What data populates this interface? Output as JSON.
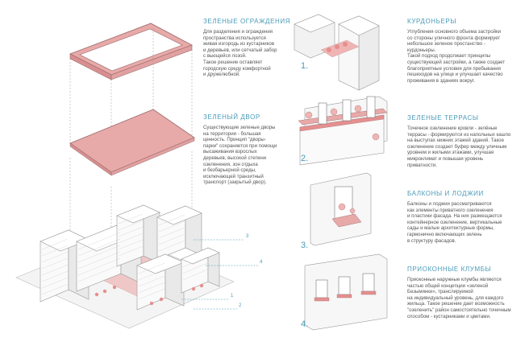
{
  "left": {
    "fences": {
      "title": "ЗЕЛЕНЫЕ ОГРАЖДЕНИЯ",
      "text": "Для разделения и ограждения\nпространства используется\nживая изгородь из кустарников\nи деревьев,  или сетчатый забор\nс вьющейся лозой.\nТакое решение оставляет\nгородскую среду комфортной\nи дружелюбной."
    },
    "yard": {
      "title": "ЗЕЛЕНЫЙ ДВОР",
      "text": "Существующие зеленые дворы\nна территории - большая\nценность. Принцип \"дворы-\nпарки\" сохраняется при помощи\nвысаживания взрослых\nдеревьев, высокой степени\nозеленения, зон отдыха\nи безбарьерной среды,\nисключающей транзитный\nтранспорт (закрытый двор)."
    },
    "callouts": [
      "3",
      "4",
      "1",
      "2"
    ]
  },
  "right": {
    "sections": [
      {
        "number": "1.",
        "title": "КУРДОНЬЕРЫ",
        "text": "Углубления основного объема застройки\nсо стороны уличного фронта формирует\nнебольшое зеленое простанство -\nкурдоньеры.\nТакой подход продолжает принципы\nсуществующей застройки, а также создает\nблагоприятные условия для пребывания\nпешеходов на улице и улучшает качество\nпроживания в зданиях вокруг."
      },
      {
        "number": "2.",
        "title": "ЗЕЛЕНЫЕ ТЕРРАСЫ",
        "text": "Точечное озеленение кровли - зелёные\nтеррасы - формируются из напольных кашпо\nна выступах нижних этажей зданий. Такое\nозеленение создает буфер между уличным\nуровнем и жилыми этажами, улучшая\nмикроклимат и повышая уровень\nприватности."
      },
      {
        "number": "3.",
        "title": "БАЛКОНЫ И ЛОДЖИИ",
        "text": "Балконы и лоджии рассматриваются\nкак элементы приватного озеленения\nи пластики фасада. На них размещаются\nконтейнерное озеленение, вертикальные\nсады и малые архитектурные формы,\nгармонично включающих зелень\nв структуру фасадов."
      },
      {
        "number": "4.",
        "title": "ПРИОКОННЫЕ КЛУМБЫ",
        "text": "Приоконные наружные клумбы являются\nчастью общей концепции «зеленой\nБезымянки», транслируемой\nна индивидуальный уровень, для каждого\nжильца. Такое решение дает возможность\n\"озеленить\" район самостоятельно точечным\nспособом - кустарниками и цветами."
      }
    ]
  }
}
